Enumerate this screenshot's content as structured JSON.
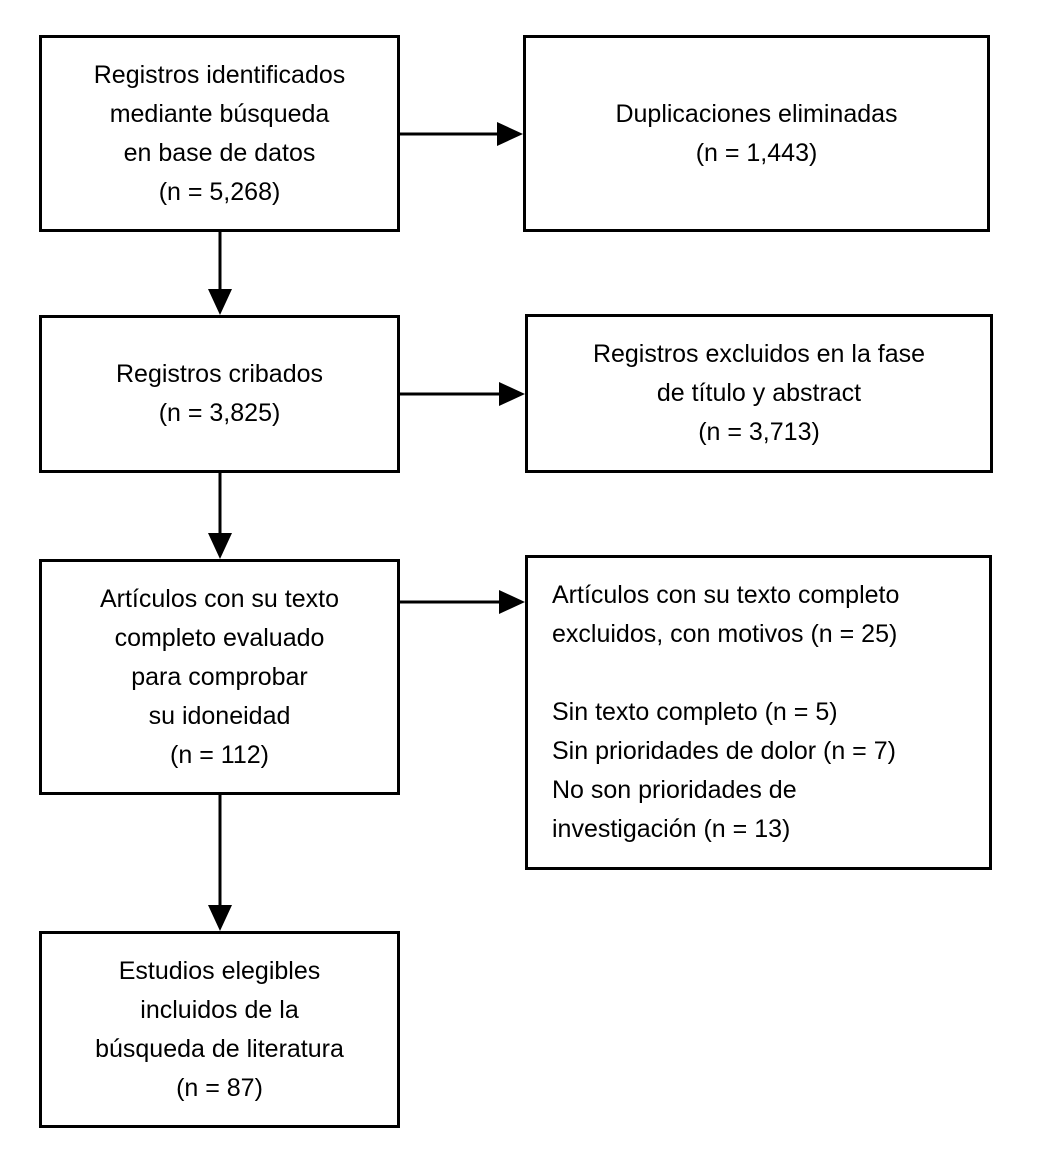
{
  "colors": {
    "line": "#000000",
    "text": "#000000",
    "background": "#ffffff"
  },
  "nodes": {
    "identified": {
      "lines": [
        "Registros identificados",
        "mediante búsqueda",
        "en base de datos",
        "(n = 5,268)"
      ]
    },
    "duplicates_removed": {
      "lines": [
        "Duplicaciones eliminadas",
        "(n = 1,443)"
      ]
    },
    "screened": {
      "lines": [
        "Registros cribados",
        "(n = 3,825)"
      ]
    },
    "excluded_title_abstract": {
      "lines": [
        "Registros excluidos en la fase",
        "de título y abstract",
        "(n = 3,713)"
      ]
    },
    "fulltext_assessed": {
      "lines": [
        "Artículos con su texto",
        "completo evaluado",
        "para comprobar",
        "su idoneidad",
        "(n = 112)"
      ]
    },
    "fulltext_excluded": {
      "lines": [
        "Artículos con su texto completo",
        "excluidos, con motivos (n = 25)",
        " ",
        "Sin texto completo (n = 5)",
        "Sin prioridades de dolor (n = 7)",
        "No son prioridades de",
        "investigación (n = 13)"
      ]
    },
    "included": {
      "lines": [
        "Estudios elegibles",
        "incluidos de la",
        "búsqueda de literatura",
        "(n = 87)"
      ]
    }
  }
}
